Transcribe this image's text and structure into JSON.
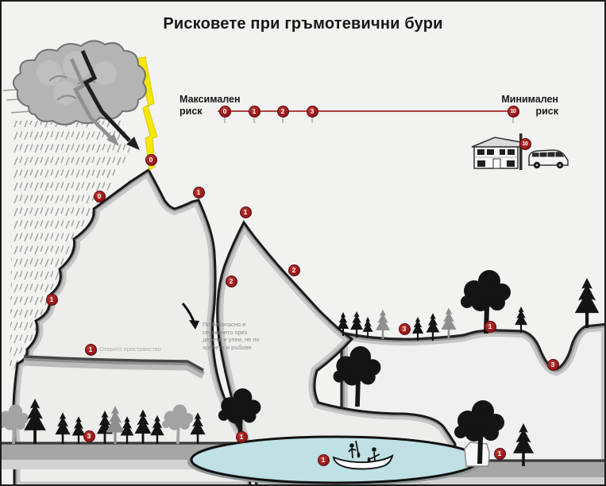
{
  "title": "Рисковете при гръмотевични бури",
  "risk_scale": {
    "max_label": [
      "Максимален",
      "риск"
    ],
    "min_label": [
      "Минимален",
      "риск"
    ],
    "markers": [
      "0",
      "1",
      "2",
      "3",
      "10"
    ],
    "line_color": "#b04040"
  },
  "building_badge": "10",
  "map_badges": [
    "0",
    "0",
    "1",
    "1",
    "2",
    "2",
    "1",
    "3",
    "1",
    "1",
    "3",
    "3",
    "1",
    "1",
    "1"
  ],
  "annotations": {
    "open_space": "Открито пространство",
    "descent_advice": "По-безопасно е спускането през дерета и улеи, не по хребети и ръбове."
  },
  "colors": {
    "badge_red": "#9e1b1f",
    "lightning_yellow": "#f6e800",
    "lake_blue": "#b9dee2",
    "cloud_gray": "#b4b4b4",
    "tree_black": "#141414",
    "scale_red": "#b04040"
  }
}
